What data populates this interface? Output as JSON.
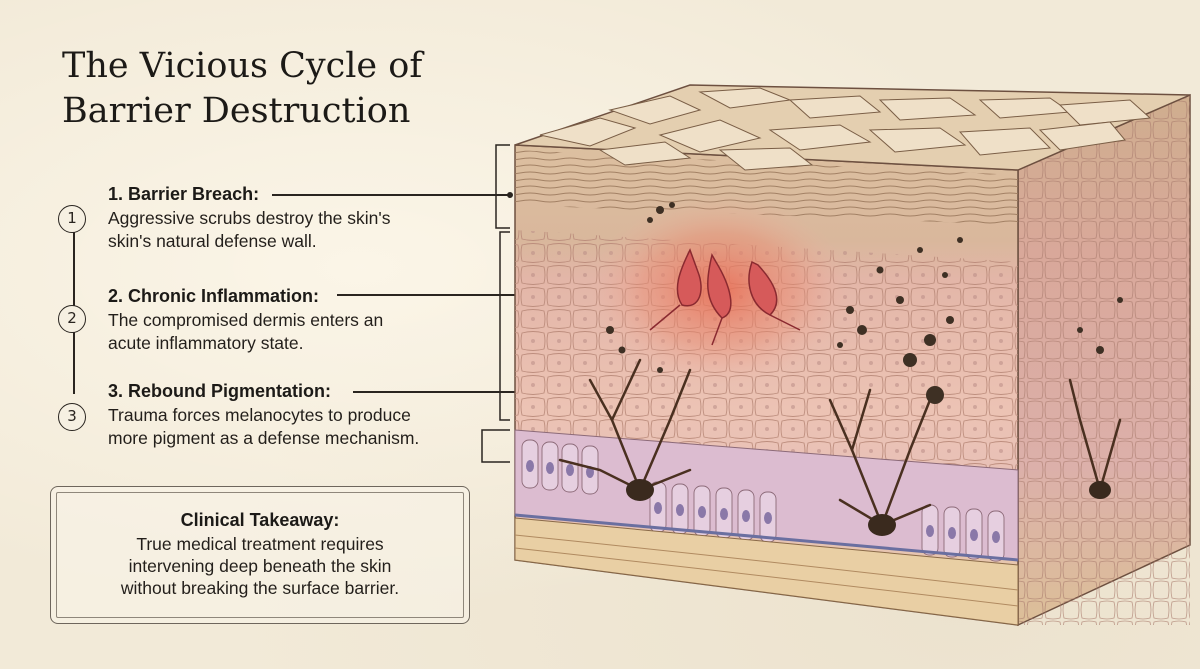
{
  "title": {
    "line1": "The Vicious Cycle of",
    "line2": "Barrier Destruction"
  },
  "steps": [
    {
      "number": "1",
      "heading": "1. Barrier Breach:",
      "body_lines": [
        "Aggressive scrubs destroy the skin's",
        "skin's natural defense wall."
      ]
    },
    {
      "number": "2",
      "heading": "2. Chronic Inflammation:",
      "body_lines": [
        "The compromised dermis enters an",
        "acute inflammatory state."
      ]
    },
    {
      "number": "3",
      "heading": "3. Rebound Pigmentation:",
      "body_lines": [
        "Trauma forces melanocytes to produce",
        "more pigment as a defense mechanism."
      ]
    }
  ],
  "takeaway": {
    "title": "Clinical Takeaway:",
    "lines": [
      "True medical treatment requires",
      "intervening deep beneath the skin",
      "without breaking the surface barrier."
    ]
  },
  "illustration": {
    "icon": "skin-cross-section-icon",
    "colors": {
      "surface": "#e2c9a6",
      "epidermis": "#e8b6a6",
      "inflammation": "#e0705a",
      "pigment": "#4a3a2a",
      "basal_cells": "#d9c0d6",
      "nuclei": "#8a7aa8",
      "dermis": "#e8cda4"
    }
  }
}
